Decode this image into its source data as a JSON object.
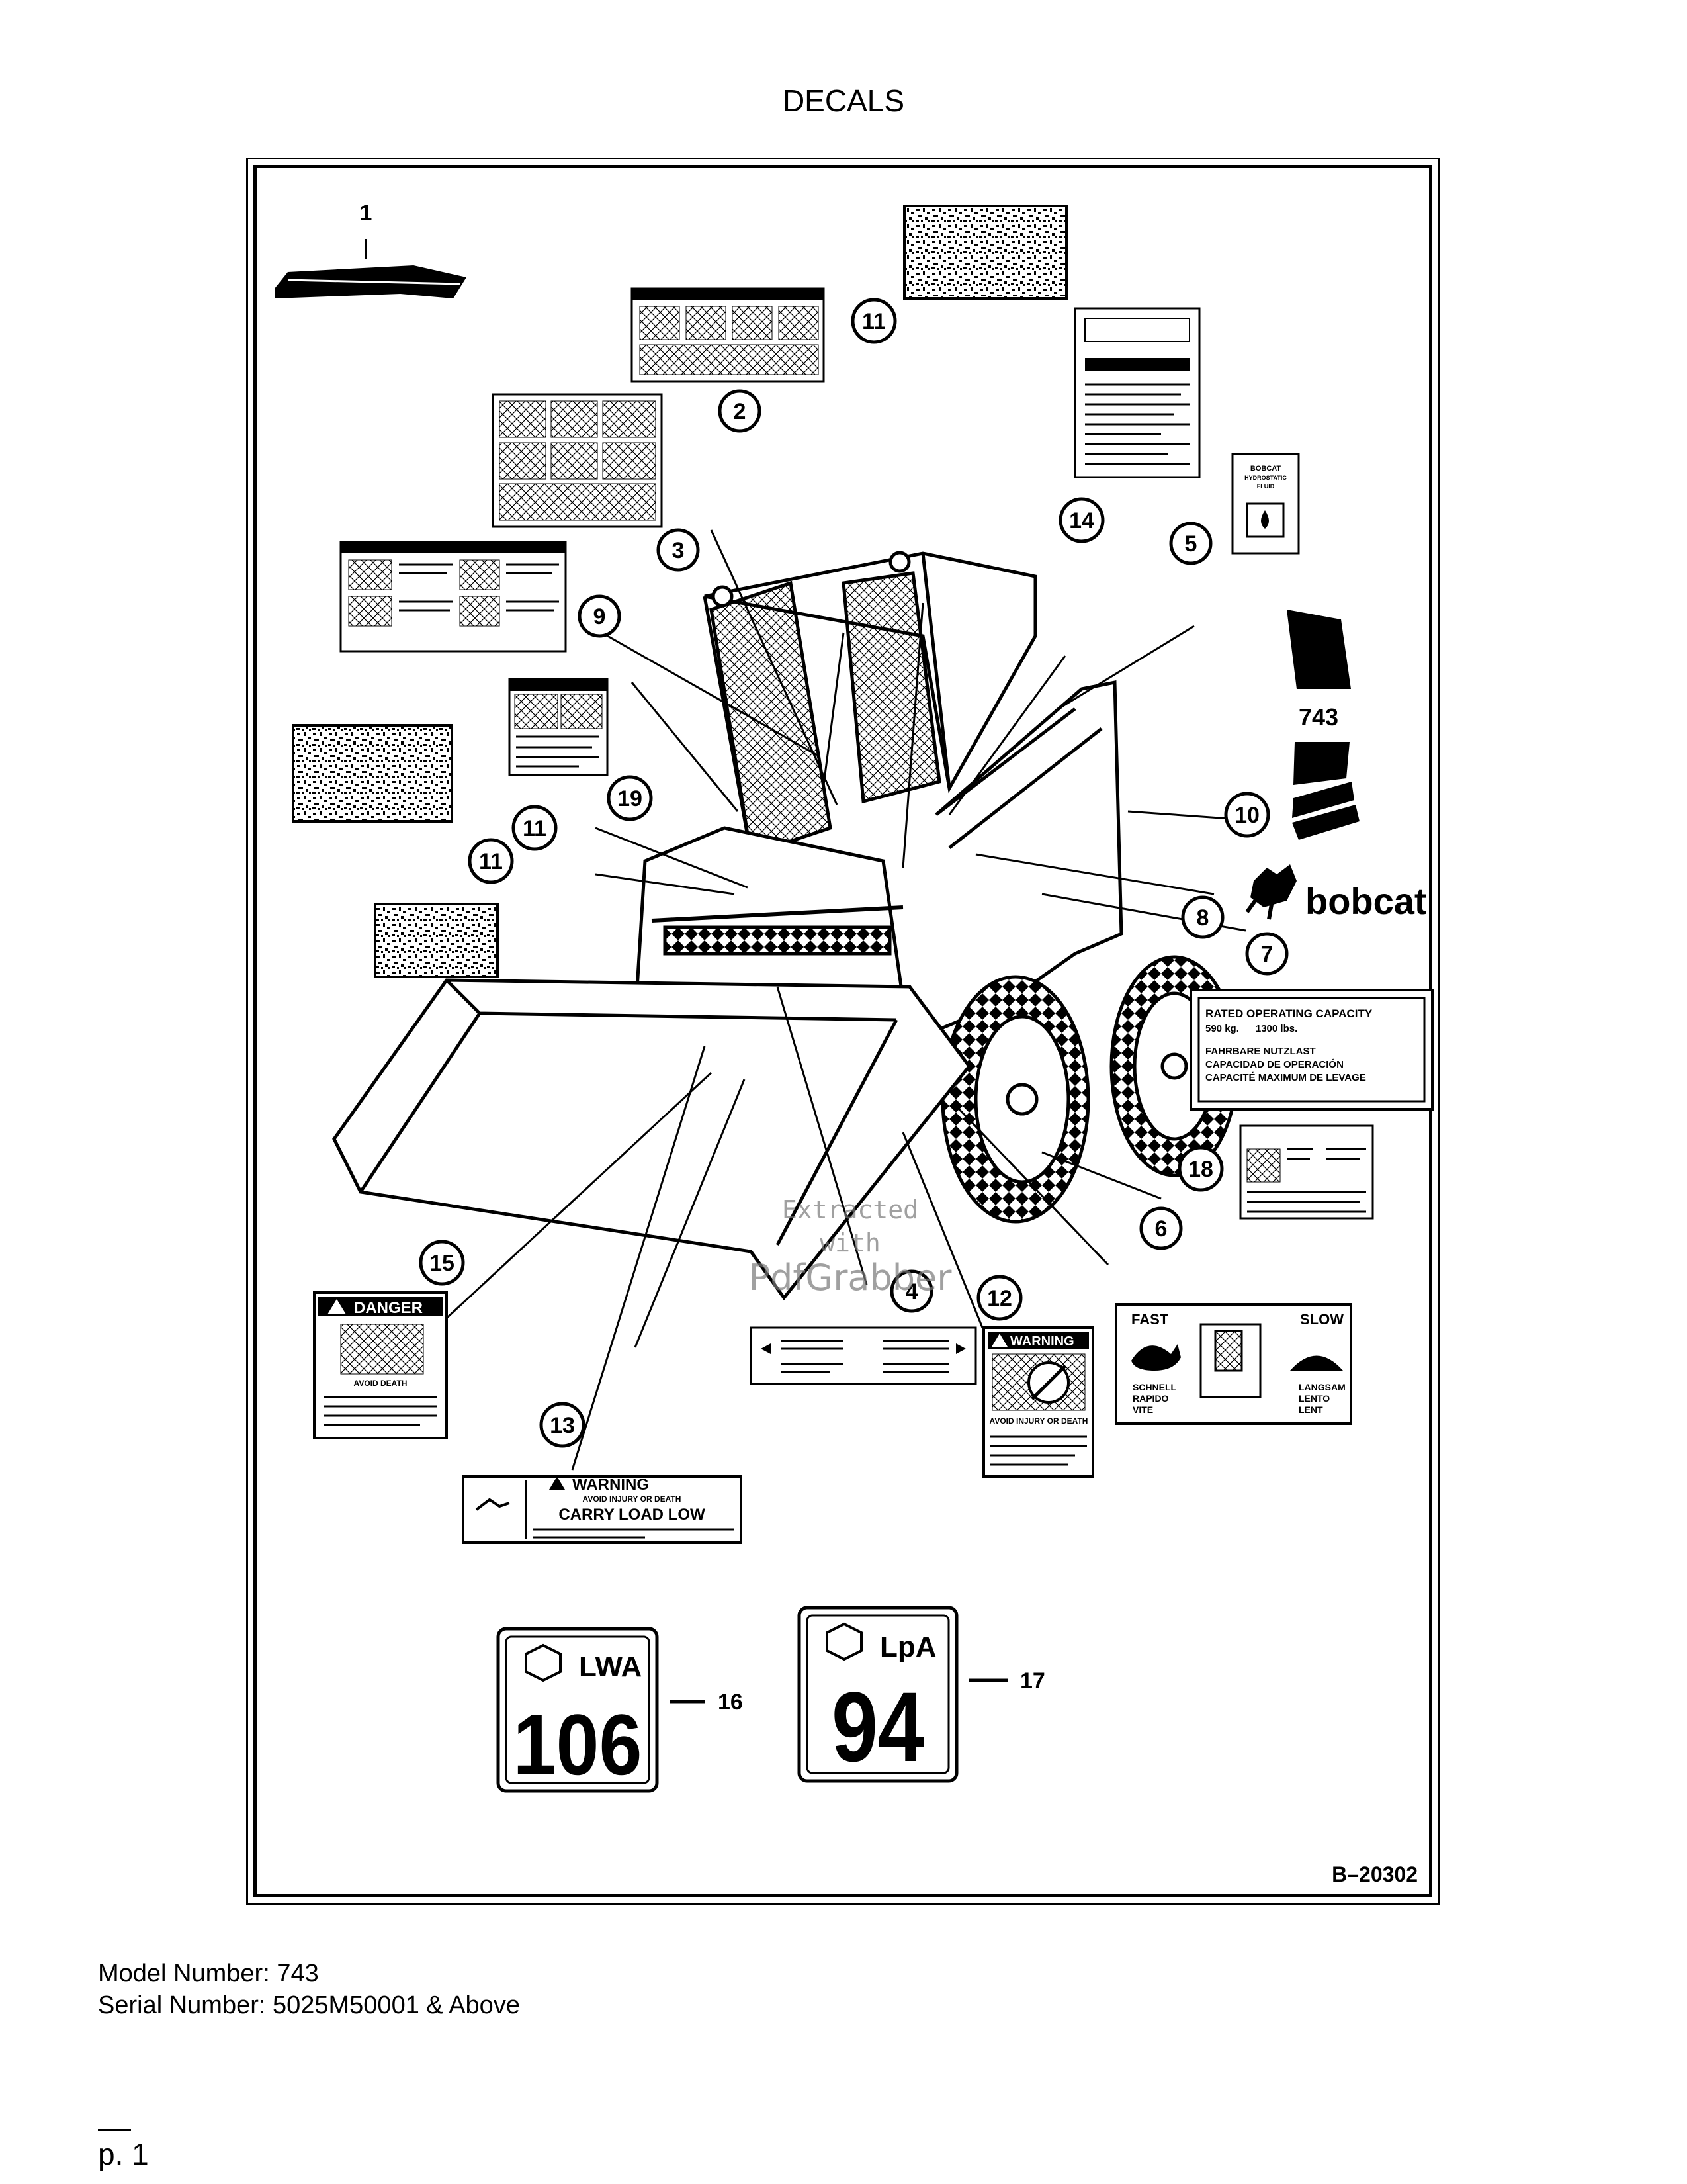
{
  "page_title": "DECALS",
  "figure": {
    "figure_number": "B–20302",
    "callouts": [
      "1",
      "2",
      "3",
      "4",
      "5",
      "6",
      "7",
      "8",
      "9",
      "10",
      "11",
      "11",
      "11",
      "12",
      "13",
      "14",
      "15",
      "16",
      "17",
      "18",
      "19"
    ],
    "decals": {
      "warning": "WARNING",
      "danger": "DANGER",
      "avoid_death": "AVOID DEATH",
      "avoid_injury": "AVOID INJURY OR DEATH",
      "carry_load_low": "CARRY LOAD LOW",
      "model": "743",
      "brand": "bobcat",
      "fast": "FAST",
      "slow": "SLOW",
      "schnell": "SCHNELL",
      "rapido": "RAPIDO",
      "vite": "VITE",
      "langsam": "LANGSAM",
      "lento": "LENTO",
      "lent": "LENT",
      "rated_capacity_lines": [
        "RATED OPERATING CAPACITY",
        "590 kg.      1300 lbs.",
        "FAHRBARE NUTZLAST",
        "CAPACIDAD DE OPERACIÓN",
        "CAPACITÉ MAXIMUM DE LEVAGE"
      ],
      "hydro_fluid": [
        "BOBCAT",
        "HYDROSTATIC",
        "FLUID"
      ],
      "lwa_label": "LWA",
      "lwa_value": "106",
      "lpa_label": "LpA",
      "lpa_value": "94"
    },
    "watermark": [
      "Extracted",
      "with",
      "PdfGrabber"
    ]
  },
  "footer": {
    "model_line": "Model Number: 743",
    "serial_line": "Serial Number: 5025M50001 & Above",
    "page": "p. 1"
  }
}
